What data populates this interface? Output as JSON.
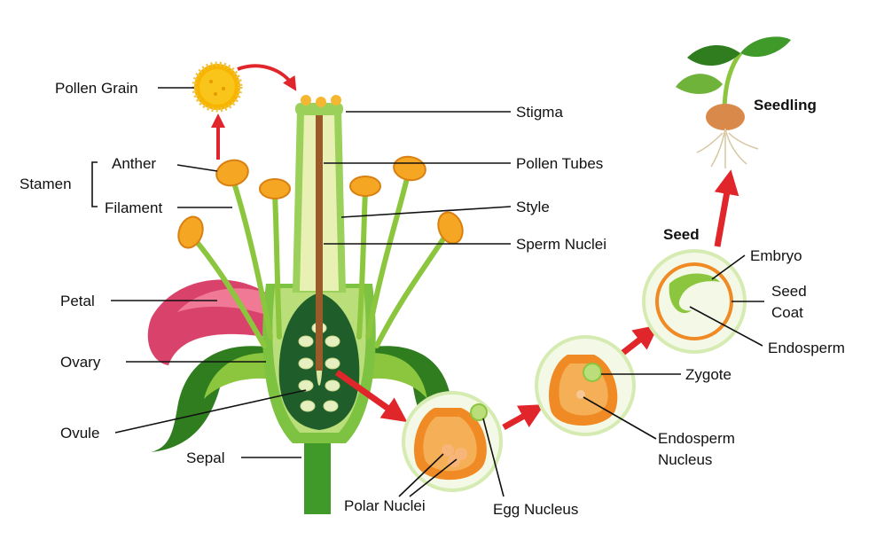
{
  "labels": {
    "pollen_grain": "Pollen Grain",
    "stamen": "Stamen",
    "anther": "Anther",
    "filament": "Filament",
    "petal": "Petal",
    "ovary": "Ovary",
    "ovule": "Ovule",
    "sepal": "Sepal",
    "stigma": "Stigma",
    "pollen_tubes": "Pollen Tubes",
    "style": "Style",
    "sperm_nuclei": "Sperm Nuclei",
    "polar_nuclei": "Polar Nuclei",
    "egg_nucleus": "Egg Nucleus",
    "zygote": "Zygote",
    "endosperm_nucleus_line1": "Endosperm",
    "endosperm_nucleus_line2": "Nucleus",
    "seed": "Seed",
    "embryo": "Embryo",
    "seed_coat_line1": "Seed",
    "seed_coat_line2": "Coat",
    "endosperm": "Endosperm",
    "seedling": "Seedling"
  },
  "colors": {
    "leaf_dark": "#2f7d1f",
    "leaf_light": "#8cc63f",
    "ovary_dark": "#1f5e2b",
    "petal": "#d9436b",
    "anther": "#f5a623",
    "pollen": "#f7b500",
    "arrow": "#e0262b",
    "cell_fill": "#f3f9e6",
    "ovule_orange": "#f08a24"
  }
}
